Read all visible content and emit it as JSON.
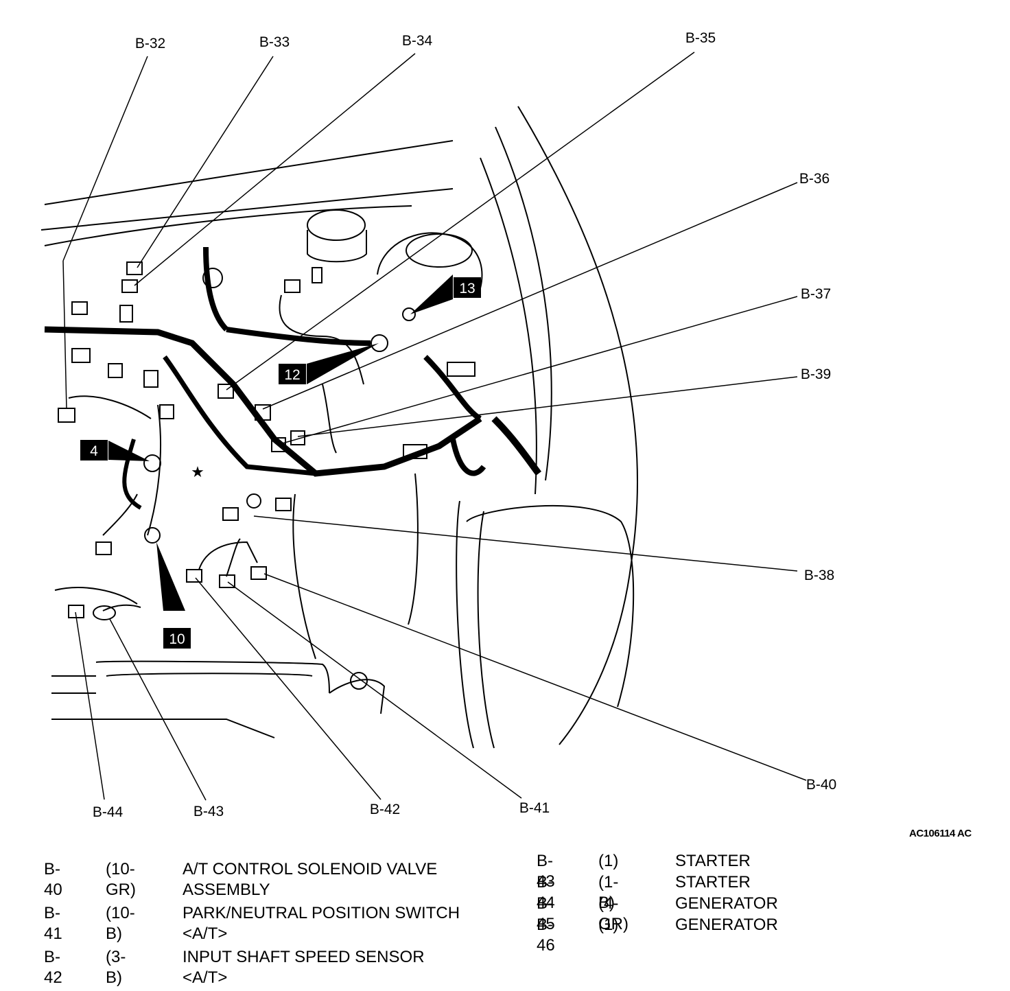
{
  "figure_id": "AC106114 AC",
  "callouts": {
    "b32": "B-32",
    "b33": "B-33",
    "b34": "B-34",
    "b35": "B-35",
    "b36": "B-36",
    "b37": "B-37",
    "b39": "B-39",
    "b38": "B-38",
    "b40": "B-40",
    "b41": "B-41",
    "b42": "B-42",
    "b43": "B-43",
    "b44": "B-44"
  },
  "ground_points": {
    "g4": "4",
    "g10": "10",
    "g12": "12",
    "g13": "13"
  },
  "legend_left": [
    {
      "code": "B-40",
      "spec": "(10-GR)",
      "desc_line1": "A/T CONTROL SOLENOID VALVE",
      "desc_line2": "ASSEMBLY"
    },
    {
      "code": "B-41",
      "spec": "(10-B)",
      "desc_line1": "PARK/NEUTRAL POSITION SWITCH",
      "desc_line2": "<A/T>"
    },
    {
      "code": "B-42",
      "spec": "(3-B)",
      "desc_line1": "INPUT SHAFT SPEED SENSOR",
      "desc_line2": "<A/T>"
    }
  ],
  "legend_right": [
    {
      "code": "B-43",
      "spec": "(1)",
      "desc": "STARTER"
    },
    {
      "code": "B-44",
      "spec": "(1-B)",
      "desc": "STARTER"
    },
    {
      "code": "B-45",
      "spec": "(4-GR)",
      "desc": "GENERATOR"
    },
    {
      "code": "B-46",
      "spec": "(1)",
      "desc": "GENERATOR"
    }
  ]
}
